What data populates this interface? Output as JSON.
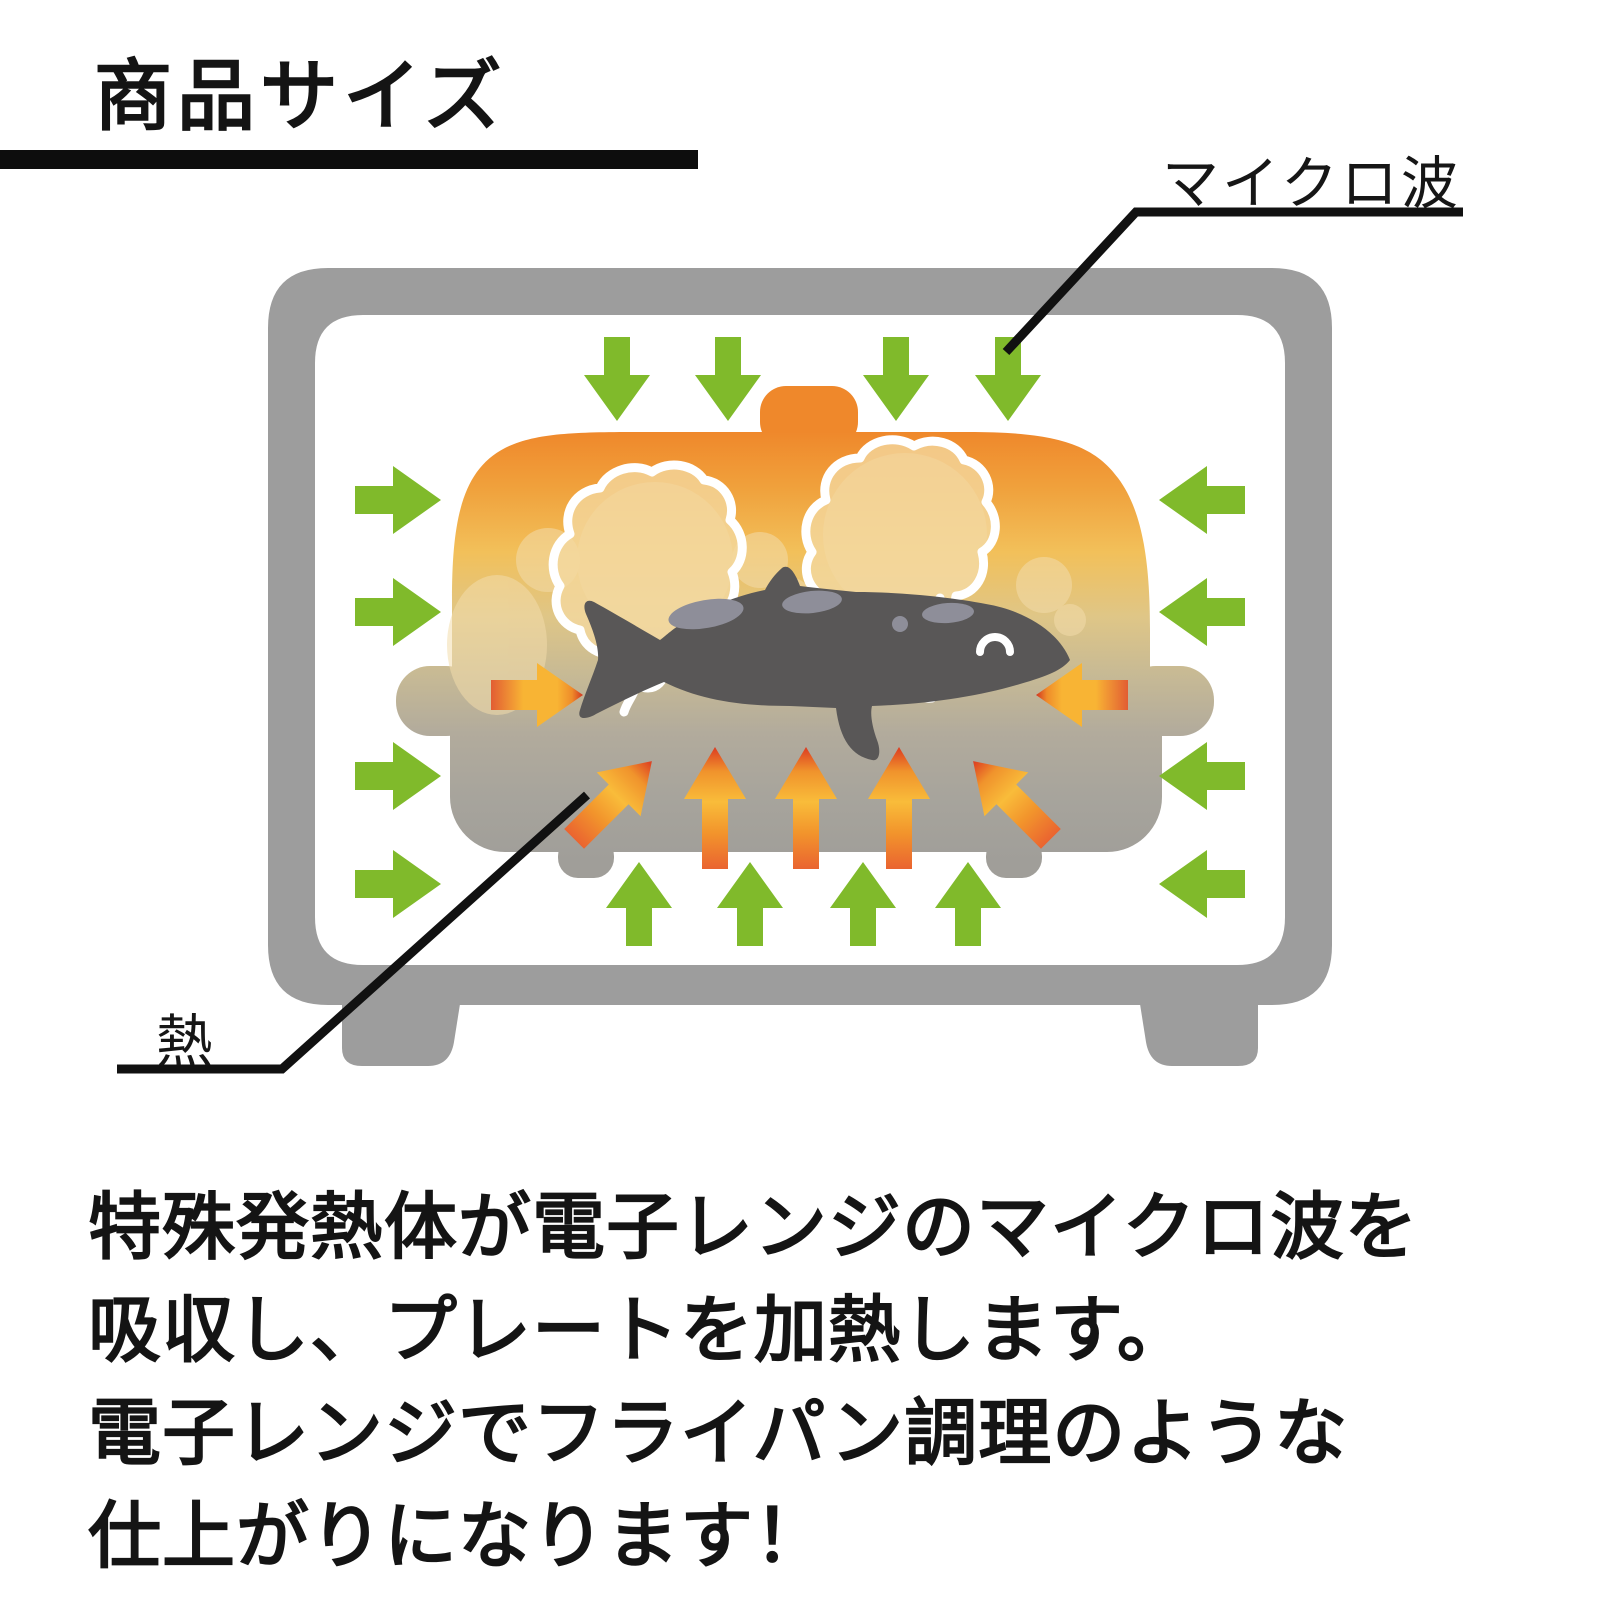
{
  "header": {
    "title": "商品サイズ"
  },
  "diagram": {
    "labels": {
      "microwave": "マイクロ波",
      "heat": "熱"
    },
    "colors": {
      "oven_gray": "#9d9d9d",
      "microwave_arrow_green": "#80ba2b",
      "heat_arrow_gold": "#f8b434",
      "heat_arrow_red": "#dc3b21",
      "dome_orange": "#ef882b",
      "plate_gray": "#a09e99",
      "fish_gray": "#595757",
      "steam_cream": "#f3d9a0",
      "leader_line_black": "#111111"
    }
  },
  "description": {
    "lines": [
      "特殊発熱体が電子レンジのマイクロ波を",
      "吸収し、プレートを加熱します。",
      "電子レンジでフライパン調理のような",
      "仕上がりになります！"
    ]
  }
}
